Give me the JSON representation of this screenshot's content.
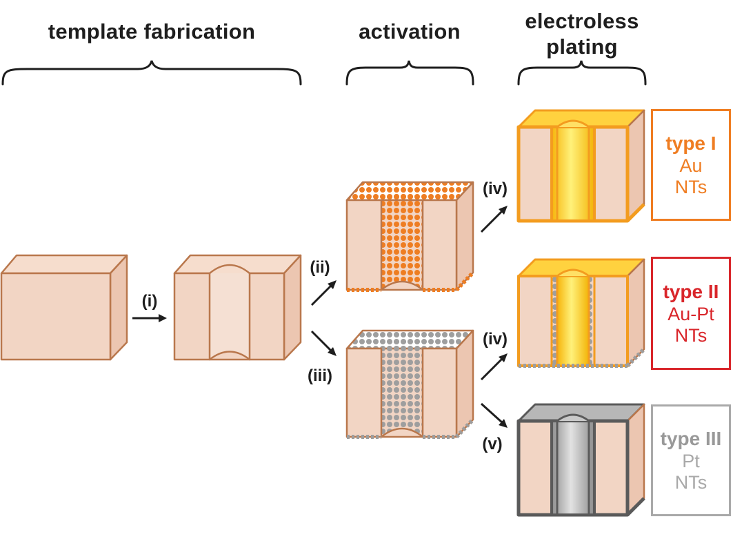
{
  "headers": {
    "template": "template fabrication",
    "activation": "activation",
    "plating_line1": "electroless",
    "plating_line2": "plating"
  },
  "steps": {
    "i": "(i)",
    "ii": "(ii)",
    "iii": "(iii)",
    "iv_top": "(iv)",
    "iv_bottom": "(iv)",
    "v": "(v)"
  },
  "types": [
    {
      "name": "type I",
      "material": "Au",
      "suffix": "NTs",
      "border": "#ef7d22",
      "name_color": "#ef7d22",
      "text_color": "#ef7d22"
    },
    {
      "name": "type II",
      "material": "Au-Pt",
      "suffix": "NTs",
      "border": "#d9262b",
      "name_color": "#d9262b",
      "text_color": "#d9262b"
    },
    {
      "name": "type III",
      "material": "Pt",
      "suffix": "NTs",
      "border": "#a9a9a9",
      "name_color": "#999999",
      "text_color": "#a9a9a9"
    }
  ],
  "colors": {
    "membrane_front": "#f2d5c4",
    "membrane_top": "#f6ddcd",
    "membrane_side": "#ecc6b1",
    "membrane_edge": "#b9774c",
    "pore_inner": "#f5e0d3",
    "sn_particles": "#ee7d22",
    "pd_particles": "#9e9e9e",
    "gold_outer": "#f39c1f",
    "gold_fill": "#ffd23f",
    "platinum_outer": "#5a5a5a",
    "platinum_fill": "#b7b7b7"
  }
}
